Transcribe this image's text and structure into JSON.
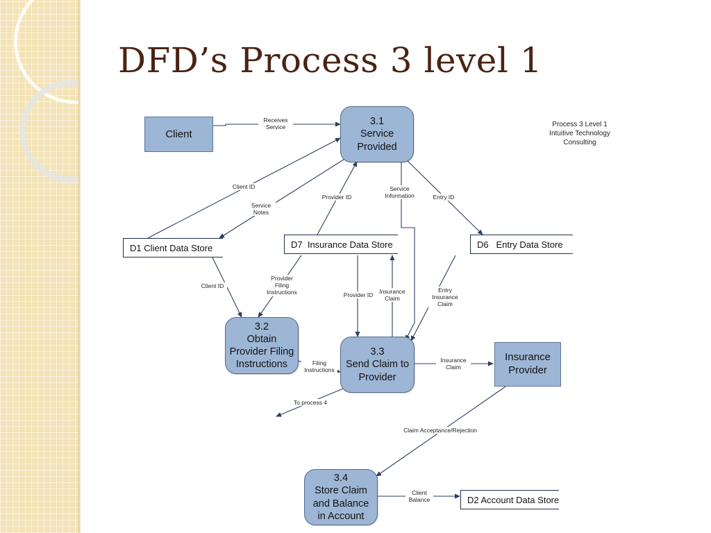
{
  "slide": {
    "title": "DFD’s Process 3 level 1"
  },
  "caption": {
    "line1": "Process 3 Level 1",
    "line2": "Intuitive Technology",
    "line3": "Consulting"
  },
  "entities": {
    "client": "Client",
    "insurance_provider": "Insurance\nProvider"
  },
  "processes": {
    "p31": {
      "num": "3.1",
      "label": "Service\nProvided"
    },
    "p32": {
      "num": "3.2",
      "label": "Obtain\nProvider Filing\nInstructions"
    },
    "p33": {
      "num": "3.3",
      "label": "Send Claim to\nProvider"
    },
    "p34": {
      "num": "3.4",
      "label": "Store Claim\nand Balance\nin Account"
    }
  },
  "stores": {
    "d1": "D1 Client Data Store",
    "d7": "D7  Insurance Data Store",
    "d6": "D6   Entry Data Store",
    "d2": "D2 Account Data Store"
  },
  "flows": {
    "receives_service": "Receives\nService",
    "client_id_top": "Client ID",
    "service_notes": "Service\nNotes",
    "provider_id_top": "Provider ID",
    "service_information": "Service\nInformation",
    "entry_id": "Entry ID",
    "client_id_bottom": "Client ID",
    "provider_filing_instructions": "Provider\nFiling\nInstructions",
    "provider_id_mid": "Provider ID",
    "insurance_claim_up": "Insurance\nClaim",
    "entry_insurance_claim": "Entry\nInsurance\nClaim",
    "filing_instructions": "Filing\nInstructions",
    "insurance_claim_right": "Insurance\nClaim",
    "to_process_4": "To process 4",
    "claim_acceptance": "Claim Acceptance/Rejection",
    "client_balance": "Client\nBalance"
  },
  "colors": {
    "title": "#4a2314",
    "shape_fill": "#9eb6d6",
    "shape_border": "#4f6889",
    "arrow": "#2b3e5e",
    "side_panel": "#f3e3b6"
  }
}
